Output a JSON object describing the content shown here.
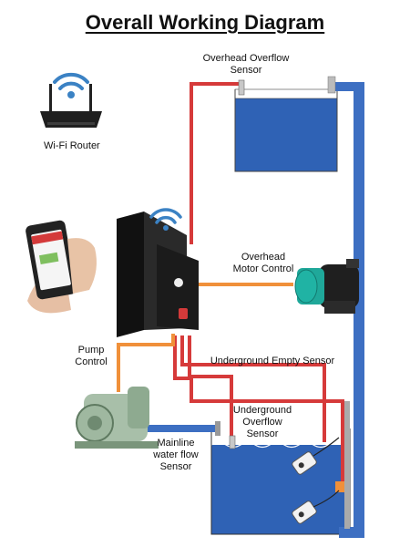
{
  "title": "Overall Working Diagram",
  "labels": {
    "wifi_router": "Wi-Fi Router",
    "overhead_overflow_1": "Overhead Overflow",
    "overhead_overflow_2": "Sensor",
    "overhead_motor_1": "Overhead",
    "overhead_motor_2": "Motor Control",
    "pump_control_1": "Pump",
    "pump_control_2": "Control",
    "underground_empty": "Underground Empty Sensor",
    "underground_overflow_1": "Underground",
    "underground_overflow_2": "Overflow",
    "underground_overflow_3": "Sensor",
    "mainline_1": "Mainline",
    "mainline_2": "water flow",
    "mainline_3": "Sensor"
  },
  "colors": {
    "water": "#2e5fae",
    "water_pipe": "#3d6fc2",
    "red_wire": "#d63a3a",
    "orange_wire": "#f0903a",
    "controller": "#1e1e1e",
    "wifi": "#3b82c4"
  },
  "icons": [
    "wifi-router-icon",
    "wifi-icon",
    "smartphone-icon",
    "controller-box-icon",
    "motor-pump-icon",
    "float-switch-icon"
  ]
}
